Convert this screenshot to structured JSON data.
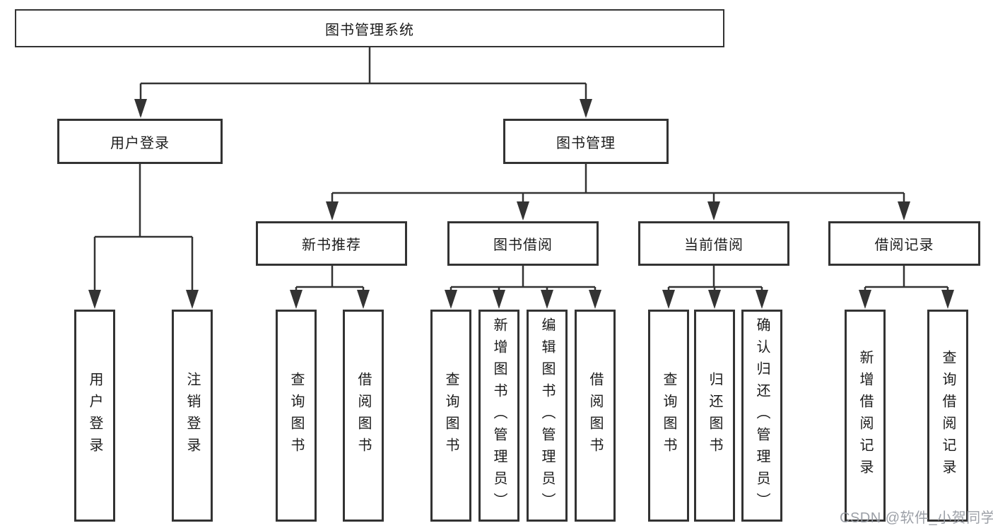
{
  "root": {
    "label": "图书管理系统"
  },
  "branches": [
    {
      "label": "用户登录",
      "children": [
        {
          "label": "用户登录"
        },
        {
          "label": "注销登录"
        }
      ]
    },
    {
      "label": "图书管理",
      "children": [
        {
          "label": "新书推荐",
          "children": [
            {
              "label": "查询图书"
            },
            {
              "label": "借阅图书"
            }
          ]
        },
        {
          "label": "图书借阅",
          "children": [
            {
              "label": "查询图书"
            },
            {
              "label": "新增图书（管理员）"
            },
            {
              "label": "编辑图书（管理员）"
            },
            {
              "label": "借阅图书"
            }
          ]
        },
        {
          "label": "当前借阅",
          "children": [
            {
              "label": "查询图书"
            },
            {
              "label": "归还图书"
            },
            {
              "label": "确认归还（管理员）"
            }
          ]
        },
        {
          "label": "借阅记录",
          "children": [
            {
              "label": "新增借阅记录"
            },
            {
              "label": "查询借阅记录"
            }
          ]
        }
      ]
    }
  ],
  "watermark": {
    "text": "CSDN @软件_小贺同学"
  },
  "colors": {
    "line": "#333333",
    "border": "#333333",
    "text": "#1c1c1c",
    "watermark": "#94989f"
  }
}
